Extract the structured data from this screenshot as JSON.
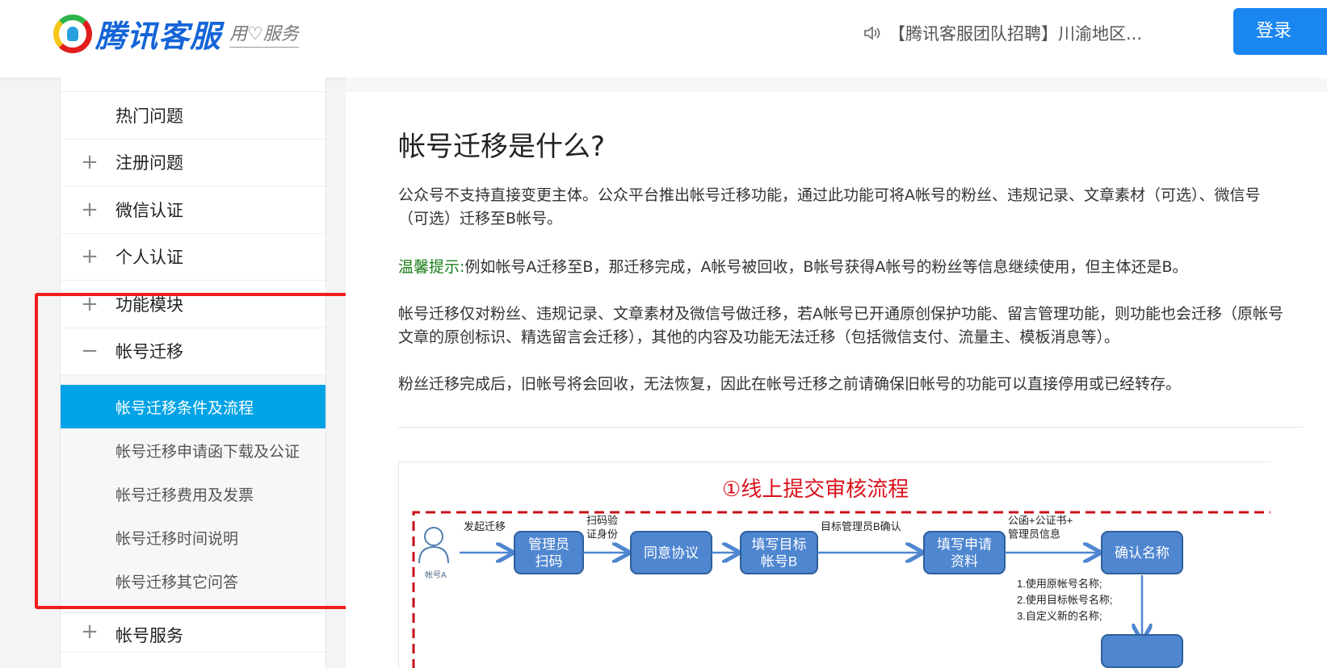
{
  "header": {
    "logo_text": "腾讯客服",
    "slogan": "用♡服务",
    "notice": "【腾讯客服团队招聘】川渝地区...",
    "login_label": "登录"
  },
  "sidebar": {
    "items": [
      {
        "label": "热门问题",
        "icon": ""
      },
      {
        "label": "注册问题",
        "icon": "plus"
      },
      {
        "label": "微信认证",
        "icon": "plus"
      },
      {
        "label": "个人认证",
        "icon": "plus"
      },
      {
        "label": "功能模块",
        "icon": "plus"
      },
      {
        "label": "帐号迁移",
        "icon": "minus"
      }
    ],
    "sub_items": [
      "帐号迁移条件及流程",
      "帐号迁移申请函下载及公证",
      "帐号迁移费用及发票",
      "帐号迁移时间说明",
      "帐号迁移其它问答"
    ],
    "next_item": "帐号服务"
  },
  "article": {
    "title": "帐号迁移是什么?",
    "intro": "公众号不支持直接变更主体。公众平台推出帐号迁移功能，通过此功能可将A帐号的粉丝、违规记录、文章素材（可选）、微信号（可选）迁移至B帐号。",
    "tip_label": "温馨提示:",
    "tip": "例如帐号A迁移至B，那迁移完成，A帐号被回收，B帐号获得A帐号的粉丝等信息继续使用，但主体还是B。",
    "p2": "帐号迁移仅对粉丝、违规记录、文章素材及微信号做迁移，若A帐号已开通原创保护功能、留言管理功能，则功能也会迁移（原帐号文章的原创标识、精选留言会迁移），其他的内容及功能无法迁移（包括微信支付、流量主、模板消息等）。",
    "p3": "粉丝迁移完成后，旧帐号将会回收，无法恢复，因此在帐号迁移之前请确保旧帐号的功能可以直接停用或已经转存。"
  },
  "flow": {
    "title": "①线上提交审核流程",
    "actor": "帐号A",
    "steps": [
      "管理员\n扫码",
      "同意协议",
      "填写目标\n帐号B",
      "填写申请\n资料",
      "确认名称"
    ],
    "arrows": [
      "发起迁移",
      "扫码验\n证身份",
      "",
      "目标管理员B确认",
      "公函+公证书+\n管理员信息"
    ],
    "name_options": "1.使用原帐号名称;\n2.使用目标帐号名称;\n3.自定义新的名称;",
    "colors": {
      "box": "#4f86d0",
      "title": "#d9101a",
      "dash": "#c8101a"
    }
  }
}
